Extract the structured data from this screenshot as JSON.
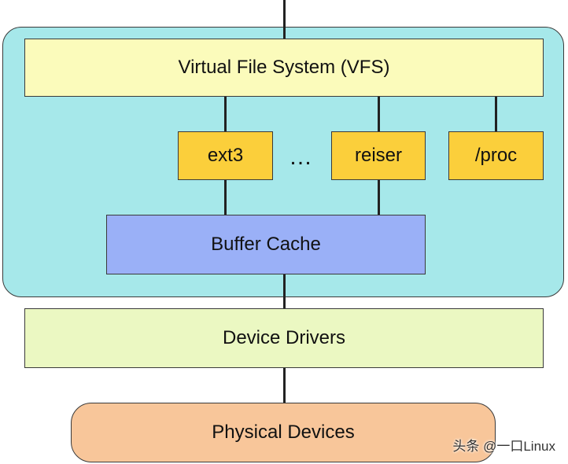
{
  "colors": {
    "kernel_container": "#a6e8ea",
    "vfs": "#fbfbbb",
    "filesystem": "#fbcf3b",
    "buffer_cache": "#9ab0f7",
    "device_drivers": "#ebf8c2",
    "physical_devices": "#f8c69a"
  },
  "diagram": {
    "vfs_label": "Virtual File System (VFS)",
    "filesystems": [
      "ext3",
      "reiser",
      "/proc"
    ],
    "ellipsis": "…",
    "buffer_cache_label": "Buffer Cache",
    "device_drivers_label": "Device Drivers",
    "physical_devices_label": "Physical Devices"
  },
  "watermark": "头条 @一口Linux"
}
